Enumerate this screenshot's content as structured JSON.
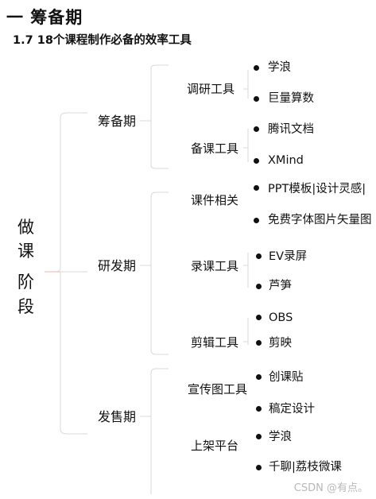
{
  "title": "一 筹备期",
  "subtitle": "1.7 18个课程制作必备的效率工具",
  "root": [
    "做",
    "课",
    "阶",
    "段"
  ],
  "phases": [
    {
      "name": "筹备期",
      "categories": [
        {
          "name": "调研工具",
          "items": [
            "学浪",
            "巨量算数"
          ]
        },
        {
          "name": "备课工具",
          "items": [
            "腾讯文档",
            "XMind"
          ]
        }
      ]
    },
    {
      "name": "研发期",
      "categories": [
        {
          "name": "课件相关",
          "items": [
            "PPT模板|设计灵感|",
            "免费字体图片矢量图"
          ]
        },
        {
          "name": "录课工具",
          "items": [
            "EV录屏",
            "芦笋"
          ]
        },
        {
          "name": "剪辑工具",
          "items": [
            "OBS",
            "剪映"
          ]
        }
      ]
    },
    {
      "name": "发售期",
      "categories": [
        {
          "name": "宣传图工具",
          "items": [
            "创课贴",
            "稿定设计"
          ]
        },
        {
          "name": "上架平台",
          "items": [
            "学浪",
            "千聊|荔枝微课"
          ]
        }
      ]
    }
  ],
  "watermark": "CSDN @有点。",
  "colors": {
    "bracket": "#d9d9d9",
    "root_bracket": "#f2c4c4",
    "text": "#111111",
    "watermark": "#b8b8b8"
  }
}
